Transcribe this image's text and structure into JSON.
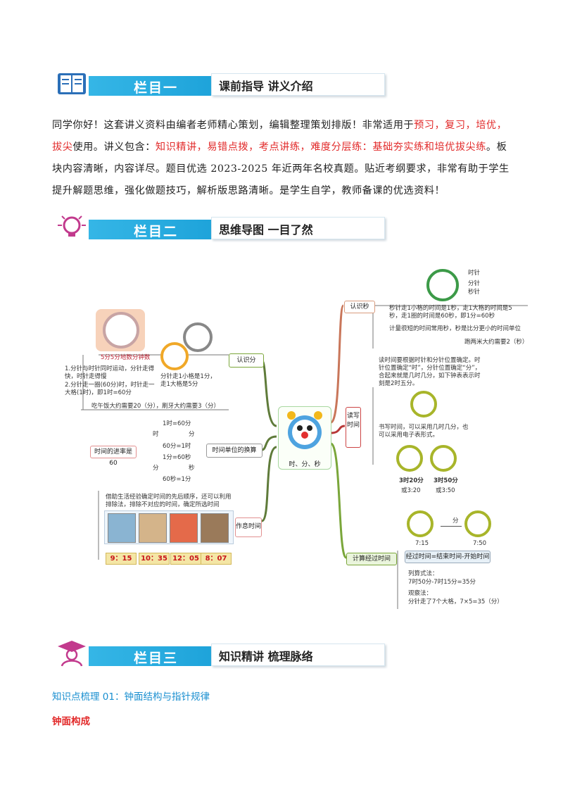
{
  "sections": [
    {
      "title": "栏目一",
      "subtitle": "课前指导 讲义介绍",
      "icon": "book-icon"
    },
    {
      "title": "栏目二",
      "subtitle": "思维导图 一目了然",
      "icon": "lightbulb-icon"
    },
    {
      "title": "栏目三",
      "subtitle": "知识精讲 梳理脉络",
      "icon": "graduate-icon"
    }
  ],
  "intro": {
    "p1": "同学你好！这套讲义资料由编者老师精心策划，编辑整理策划排版！非常适用于",
    "p1_red": "预习，复习，培优，拔尖",
    "p2": "使用。讲义包含：",
    "p2_red": "知识精讲，易错点拨，考点讲练，难度分层练：基础夯实练和培优拔尖练",
    "p3": "。板块内容清晰，内容详尽。题目优选 2023-2025 年近两年名校真题。贴近考纲要求，非常有助于学生提升解题思维，强化做题技巧，解析版思路清晰。是学生自学，教师备课的优选资料！"
  },
  "mindmap": {
    "center": "时、分、秒",
    "branch_minute": "认识分",
    "minute_clock_caption": "5分5分地数分钟数",
    "minute_text1": "1.分针与时针同时运动，分针走得快，时针走得慢",
    "minute_text2": "2.分针走一圈(60分)时，时针走一大格(1时)，即1时=60分",
    "minute_text3": "分针走1小格是1分，走1大格是5分",
    "minute_text4": "吃午饭大约需要20（分），刷牙大约需要3（分）",
    "branch_convert": "时间单位的换算",
    "convert_rate": "时间的进率是60",
    "conv1": "1时=60分",
    "conv2": "60分=1时",
    "conv3": "1分=60秒",
    "conv4": "60秒=1分",
    "conv_side1": "时",
    "conv_side2": "分",
    "conv_side3": "分",
    "conv_side4": "秒",
    "branch_schedule": "作息时间",
    "schedule_text": "借助生活经验确定时间的先后顺序，还可以利用排除法，排除不对应的时间，确定所选时间",
    "schedule_times": [
      "9：15",
      "10：35",
      "12：05",
      "8：07"
    ],
    "branch_second": "认识秒",
    "second_labels": [
      "时针",
      "分针",
      "秒针"
    ],
    "second_text1": "秒针走1小格的时间是1秒，走1大格的时间是5秒，走1圈的时间是60秒，即1分=60秒",
    "second_text2": "计量很短的时间常用秒，秒是比分更小的时间单位",
    "second_text3": "跑两米大约需要2（秒）",
    "branch_read": "读写时间",
    "read_text1": "读时间要根据时针和分针位置确定。时针位置确定“时”，分针位置确定“分”，合起来就是几时几分，如下钟表表示时刻是2时五分。",
    "read_text2": "书写时间，可以采用几时几分，也可以采用电子表形式。",
    "read_time1": "3时20分",
    "read_time1b": "或3:20",
    "read_time2": "3时50分",
    "read_time2b": "或3:50",
    "branch_elapsed": "计算经过时间",
    "elapsed_start": "7:15",
    "elapsed_end": "7:50",
    "elapsed_arrow": "分",
    "elapsed_formula": "经过时间=结束时间-开始时间",
    "elapsed_method1": "列算式法：",
    "elapsed_method1b": "7时50分-7时15分=35分",
    "elapsed_method2": "观察法：",
    "elapsed_method2b": "分针走了7个大格，7×5=35（分）"
  },
  "knowledge": {
    "heading": "知识点梳理 01：钟面结构与指针规律",
    "sub": "钟面构成"
  },
  "colors": {
    "accent_blue": "#1aa0d8",
    "red": "#e22b2b",
    "kp_blue": "#1a8fd0"
  }
}
